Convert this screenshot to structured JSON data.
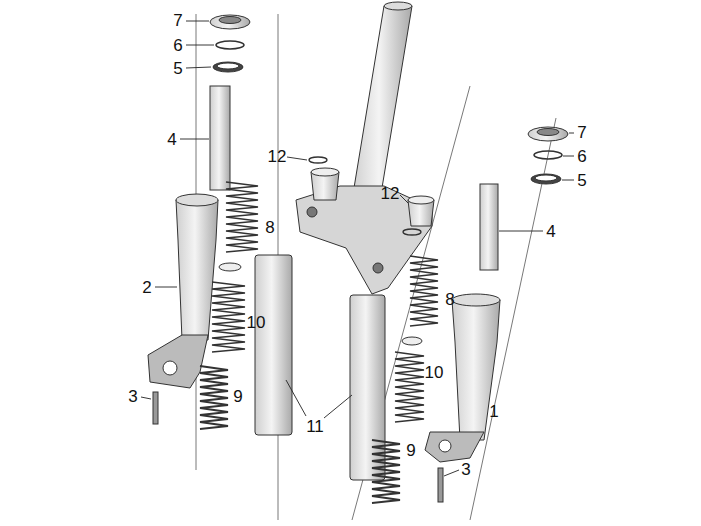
{
  "diagram": {
    "labels": [
      "7",
      "6",
      "5",
      "4",
      "2",
      "3",
      "12",
      "8",
      "12",
      "10",
      "9",
      "11",
      "7",
      "6",
      "5",
      "4",
      "8",
      "10",
      "1",
      "9",
      "3"
    ]
  }
}
